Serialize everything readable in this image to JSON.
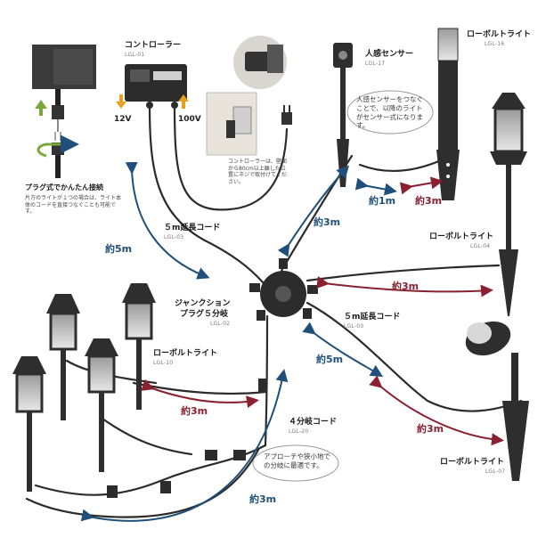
{
  "controller": {
    "title": "コントローラー",
    "code": "LGL-01",
    "volt_in": "12V",
    "volt_out": "100V",
    "note": "コントローラーは、壁面から80cm以上離した位置にネジで取付けてください。"
  },
  "plug": {
    "title": "プラグ式でかんたん接続",
    "note": "片方のライトが１つの場合は、ライト本体のコードを直接つなぐことも可能です。"
  },
  "sensor": {
    "title": "人感センサー",
    "code": "LGL-17",
    "bubble": "人感センサーをつなぐことで、以降のライトがセンサー式になります。"
  },
  "bollard_16": {
    "title": "ローボルトライト",
    "code": "LGL-16"
  },
  "bollard_04": {
    "title": "ローボルトライト",
    "code": "LGL-04"
  },
  "bollard_07": {
    "title": "ローボルトライト",
    "code": "LGL-07"
  },
  "bollard_10": {
    "title": "ローボルトライト",
    "code": "LGL-10"
  },
  "ext_cord_left": {
    "title": "５m延長コード",
    "code": "LGL-03"
  },
  "ext_cord_right": {
    "title": "５m延長コード",
    "code": "LGL-03"
  },
  "junction": {
    "title_line1": "ジャンクション",
    "title_line2": "プラグ５分岐",
    "code": "LGL-02"
  },
  "branch4": {
    "title": "４分岐コード",
    "code": "LGL-20",
    "bubble": "アプローチや狭小地での分岐に最適です。"
  },
  "lengths": {
    "l5m_left": "約5m",
    "l3m_upper": "約3m",
    "l1m": "約1m",
    "l3m_sensor": "約3m",
    "l3m_right": "約3m",
    "l5m_right": "約5m",
    "l3m_lower_right": "約3m",
    "l3m_left_lights": "約3m",
    "l3m_bottom": "約3m"
  },
  "colors": {
    "blue": "#1f4f7a",
    "red": "#8a2030",
    "cord": "#2b2b2b",
    "light_body": "#3a3a3a"
  }
}
